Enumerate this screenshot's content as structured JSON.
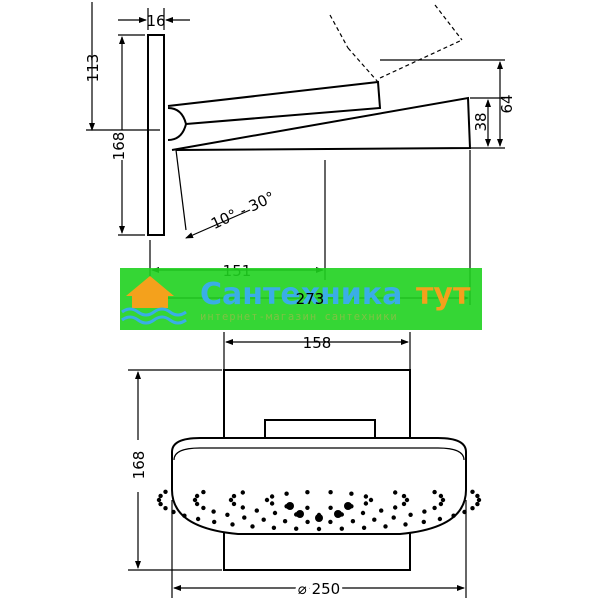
{
  "side_view": {
    "dim_plate_thickness": "16",
    "dim_top_offset": "113",
    "dim_height": "168",
    "dim_head_thickness": "38",
    "dim_head_height": "64",
    "dim_angle": "10° - 30°",
    "dim_arm_length": "151",
    "dim_total_length": "273"
  },
  "front_view": {
    "dim_mount_width": "158",
    "dim_height": "168",
    "dim_diameter": "⌀ 250"
  },
  "watermark": {
    "title": "Сантехника",
    "title_accent": "тут",
    "subtitle": "интернет-магазин сантехники",
    "colors": {
      "band": "#1fd11f",
      "title": "#3aaee6",
      "accent": "#f4a11c",
      "subtitle": "#7ec244"
    }
  }
}
